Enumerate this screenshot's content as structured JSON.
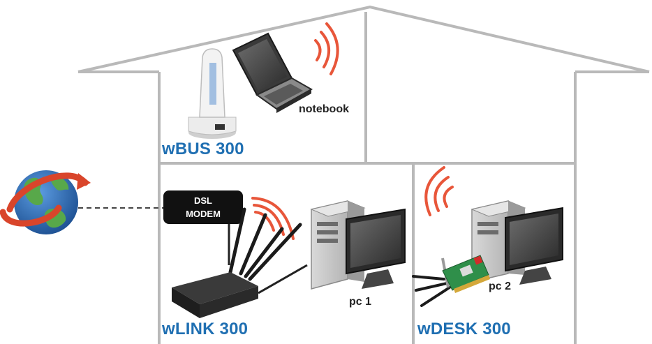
{
  "labels": {
    "wbus": "wBUS 300",
    "wlink": "wLINK 300",
    "wdesk": "wDESK 300",
    "notebook": "notebook",
    "pc1": "pc 1",
    "pc2": "pc 2",
    "modem_line1": "DSL",
    "modem_line2": "MODEM"
  },
  "colors": {
    "product_label": "#1f6fb2",
    "house_outline": "#b9b9b9",
    "wifi_waves": "#e8563a",
    "modem_box": "#111111",
    "globe_ocean": "#2a6db4",
    "globe_land": "#58a84a",
    "orbit_arrow": "#d9452b"
  },
  "icons": [
    "globe-icon",
    "dsl-modem-icon",
    "router-icon",
    "usb-adapter-icon",
    "notebook-icon",
    "desktop-pc-icon",
    "pci-card-icon",
    "wifi-waves-icon"
  ]
}
